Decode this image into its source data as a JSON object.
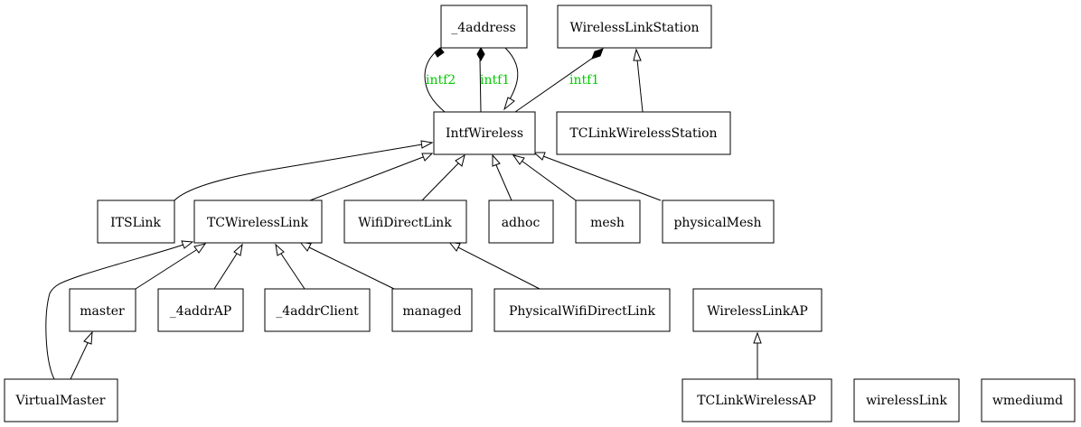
{
  "colors": {
    "label": "#00cc00"
  },
  "nodes": {
    "_4address": "_4address",
    "WirelessLinkStation": "WirelessLinkStation",
    "IntfWireless": "IntfWireless",
    "TCLinkWirelessStation": "TCLinkWirelessStation",
    "ITSLink": "ITSLink",
    "TCWirelessLink": "TCWirelessLink",
    "WifiDirectLink": "WifiDirectLink",
    "adhoc": "adhoc",
    "mesh": "mesh",
    "physicalMesh": "physicalMesh",
    "master": "master",
    "_4addrAP": "_4addrAP",
    "_4addrClient": "_4addrClient",
    "managed": "managed",
    "PhysicalWifiDirectLink": "PhysicalWifiDirectLink",
    "WirelessLinkAP": "WirelessLinkAP",
    "VirtualMaster": "VirtualMaster",
    "TCLinkWirelessAP": "TCLinkWirelessAP",
    "wirelessLink": "wirelessLink",
    "wmediumd": "wmediumd"
  },
  "edge_labels": {
    "intf2": "intf2",
    "intf1_a": "intf1",
    "intf1_b": "intf1"
  }
}
